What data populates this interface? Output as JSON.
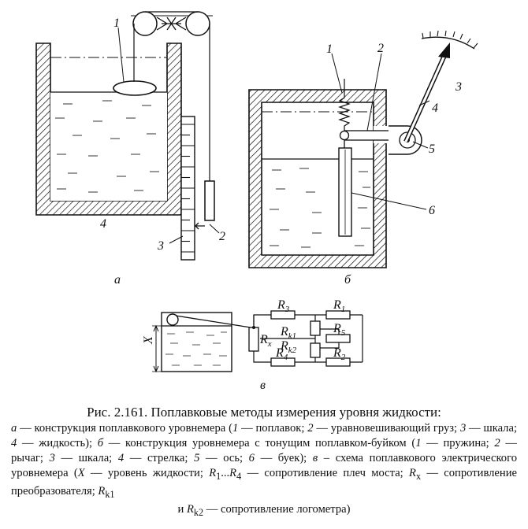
{
  "labels": {
    "a_1": "1",
    "a_2": "2",
    "a_3": "3",
    "a_4": "4",
    "b_1": "1",
    "b_2": "2",
    "b_3": "3",
    "b_4": "4",
    "b_5": "5",
    "b_6": "6",
    "panel_a": "а",
    "panel_b": "б",
    "panel_v": "в",
    "X": "X",
    "R1": "R",
    "R1_sub": "1",
    "R2": "R",
    "R2_sub": "2",
    "R3": "R",
    "R3_sub": "3",
    "R4": "R",
    "R4_sub": "4",
    "R5": "R",
    "R5_sub": "5",
    "Rk1": "R",
    "Rk1_sub": "k1",
    "Rk2": "R",
    "Rk2_sub": "k2",
    "Rx": "R",
    "Rx_sub": "x"
  },
  "caption": {
    "title": "Рис. 2.161. Поплавковые методы измерения уровня жидкости:",
    "a_key": "а",
    "a_text": " — конструкция поплавкового уровнемера (",
    "a1": "1",
    "a1_text": " — поплавок; ",
    "a2": "2",
    "a2_text": " — уравновешивающий груз; ",
    "a3": "3",
    "a3_text": " — шкала; ",
    "a4": "4",
    "a4_text": " — жидкость); ",
    "b_key": "б",
    "b_text": " — конструкция уровнемера с тонущим поплавком-буйком (",
    "b1": "1",
    "b1_text": " — пружина; ",
    "b2": "2",
    "b2_text": " — рычаг; ",
    "b3": "3",
    "b3_text": " — шкала; ",
    "b4": "4",
    "b4_text": " — стрелка; ",
    "b5": "5",
    "b5_text": " — ось; ",
    "b6": "6",
    "b6_text": " — буек); ",
    "v_key": "в",
    "v_text": " – схема поплавкового электрического уровнемера (",
    "vX": "X",
    "vX_text": " — уровень жидкости; ",
    "vR1": "R",
    "vR1_sub": "1",
    "v_dots": "...",
    "vR4": "R",
    "vR4_sub": "4",
    "vR14_text": " — сопротивление плеч моста; ",
    "vRx": "R",
    "vRx_sub": "x",
    "vRx_text": " — сопротивление преобразователя; ",
    "vRk1": "R",
    "vRk1_sub": "k1",
    "v_and": "и ",
    "vRk2": "R",
    "vRk2_sub": "k2",
    "vRk_text": " — сопротивление логометра)"
  }
}
